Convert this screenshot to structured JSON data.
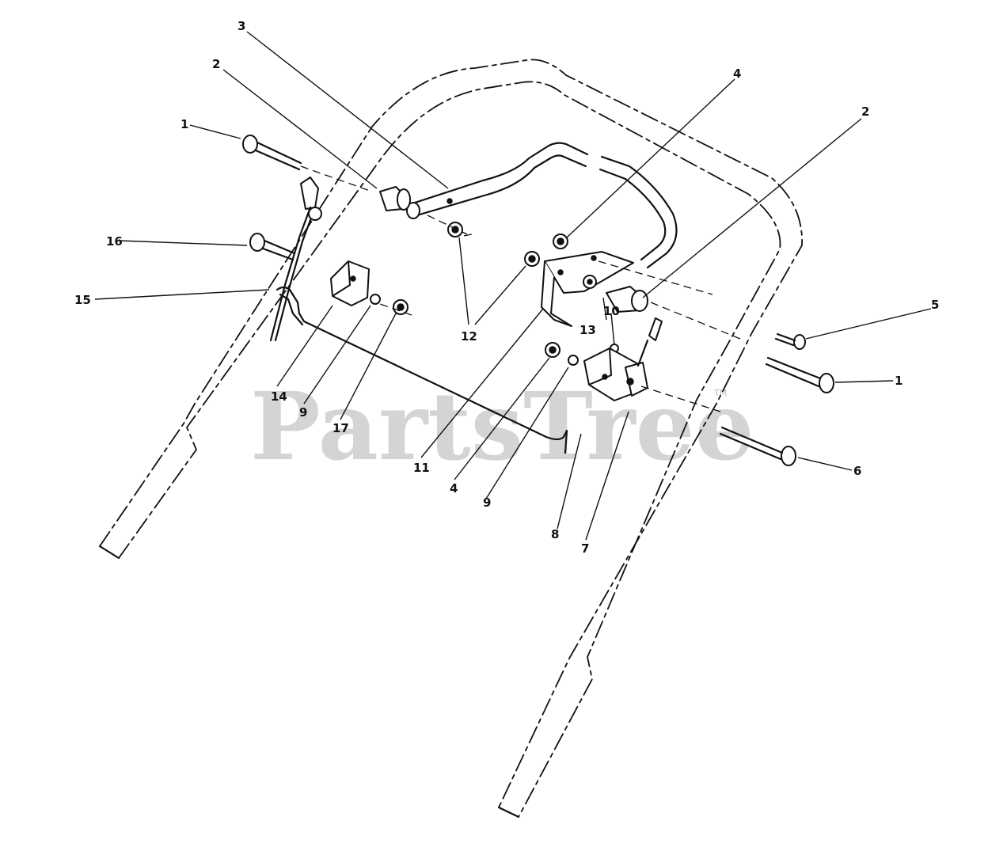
{
  "watermark": {
    "text": "PartsTree",
    "tm": "TM"
  },
  "callouts": [
    {
      "id": "c1a",
      "label": "1"
    },
    {
      "id": "c2a",
      "label": "2"
    },
    {
      "id": "c3",
      "label": "3"
    },
    {
      "id": "c4a",
      "label": "4"
    },
    {
      "id": "c2b",
      "label": "2"
    },
    {
      "id": "c16",
      "label": "16"
    },
    {
      "id": "c15",
      "label": "15"
    },
    {
      "id": "c12",
      "label": "12"
    },
    {
      "id": "c5",
      "label": "5"
    },
    {
      "id": "c10",
      "label": "10"
    },
    {
      "id": "c13",
      "label": "13"
    },
    {
      "id": "c1b",
      "label": "1"
    },
    {
      "id": "c14",
      "label": "14"
    },
    {
      "id": "c9a",
      "label": "9"
    },
    {
      "id": "c17",
      "label": "17"
    },
    {
      "id": "c11",
      "label": "11"
    },
    {
      "id": "c4b",
      "label": "4"
    },
    {
      "id": "c9b",
      "label": "9"
    },
    {
      "id": "c8",
      "label": "8"
    },
    {
      "id": "c7",
      "label": "7"
    },
    {
      "id": "c6",
      "label": "6"
    }
  ],
  "colors": {
    "line": "#111111",
    "watermark": "#d4d4d4",
    "background": "#ffffff"
  }
}
